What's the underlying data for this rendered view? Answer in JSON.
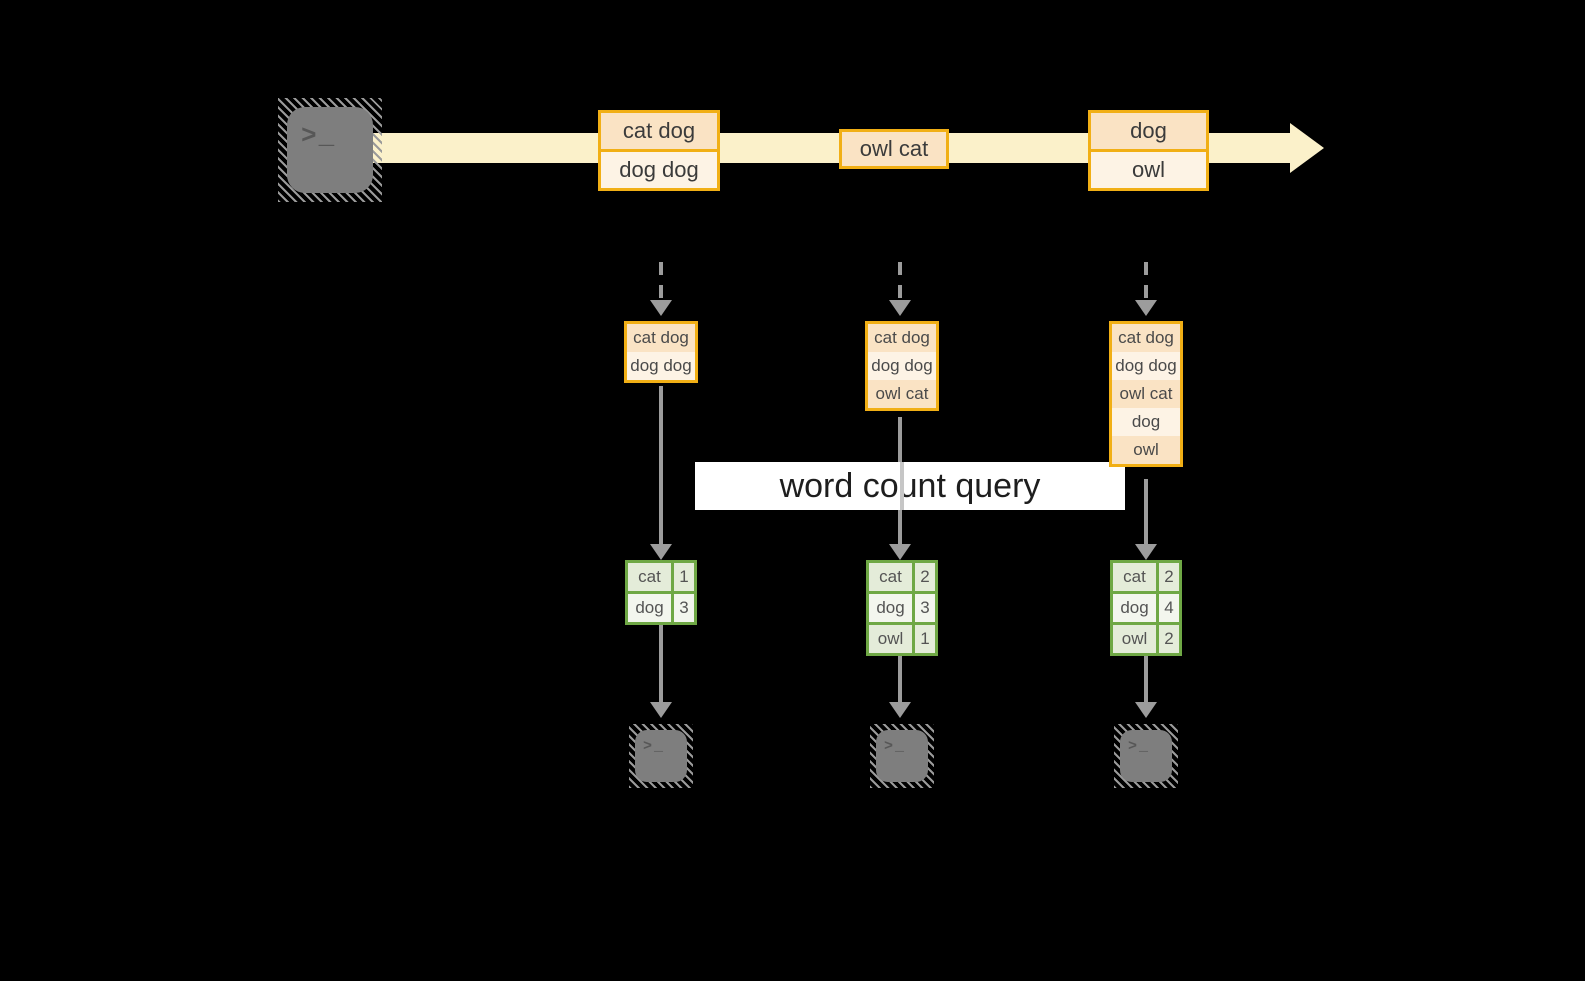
{
  "query_label": "word count query",
  "terminal_glyph": ">_",
  "stream": {
    "message1": {
      "line1": "cat dog",
      "line2": "dog dog"
    },
    "message2": {
      "line1": "owl cat"
    },
    "message3": {
      "line1": "dog",
      "line2": "owl"
    }
  },
  "columns": [
    {
      "records": [
        "cat dog",
        "dog dog"
      ],
      "counts": [
        {
          "word": "cat",
          "count": "1"
        },
        {
          "word": "dog",
          "count": "3"
        }
      ]
    },
    {
      "records": [
        "cat dog",
        "dog dog",
        "owl cat"
      ],
      "counts": [
        {
          "word": "cat",
          "count": "2"
        },
        {
          "word": "dog",
          "count": "3"
        },
        {
          "word": "owl",
          "count": "1"
        }
      ]
    },
    {
      "records": [
        "cat dog",
        "dog dog",
        "owl cat",
        "dog",
        "owl"
      ],
      "counts": [
        {
          "word": "cat",
          "count": "2"
        },
        {
          "word": "dog",
          "count": "4"
        },
        {
          "word": "owl",
          "count": "2"
        }
      ]
    }
  ],
  "colors": {
    "background": "#000000",
    "stream_band": "#FBF1CA",
    "gold_border": "#F1AF15",
    "peach_fill": "#FAE3C4",
    "cream_fill": "#FDF3E5",
    "green_border": "#6FA845",
    "green_cell": "#E4ECD9",
    "green_cell_light": "#F3F6EE",
    "arrow_gray": "#9C9C9C",
    "terminal_gray": "#7E7E7E"
  }
}
